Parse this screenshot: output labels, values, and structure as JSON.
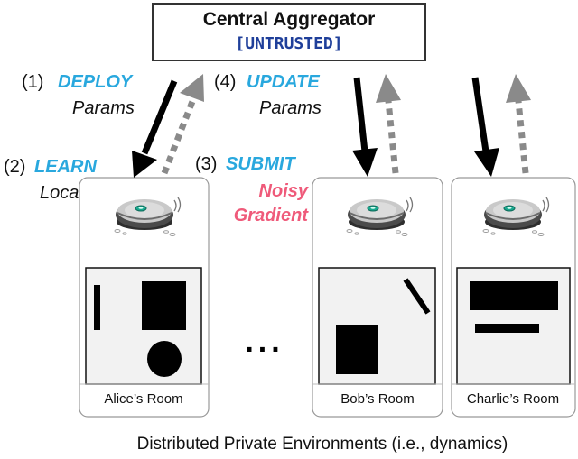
{
  "aggregator": {
    "title": "Central Aggregator",
    "status": "[UNTRUSTED]"
  },
  "steps": {
    "deploy": {
      "num": "(1)",
      "keyword": "DEPLOY",
      "sub": "Params"
    },
    "learn": {
      "num": "(2)",
      "keyword": "LEARN",
      "sub": "Locally"
    },
    "submit": {
      "num": "(3)",
      "keyword": "SUBMIT",
      "note_line1": "Noisy",
      "note_line2": "Gradient"
    },
    "update": {
      "num": "(4)",
      "keyword": "UPDATE",
      "sub": "Params"
    }
  },
  "ellipsis": "...",
  "rooms": [
    {
      "label": "Alice’s Room"
    },
    {
      "label": "Bob’s Room"
    },
    {
      "label": "Charlie’s Room"
    }
  ],
  "footer": "Distributed Private Environments (i.e., dynamics)",
  "colors": {
    "keyword": "#29a8de",
    "noisy": "#ef5a7a",
    "untrusted": "#1f3f9a",
    "dashed_arrow": "#8a8a8a"
  },
  "icons": [
    "robot-vacuum-icon"
  ]
}
